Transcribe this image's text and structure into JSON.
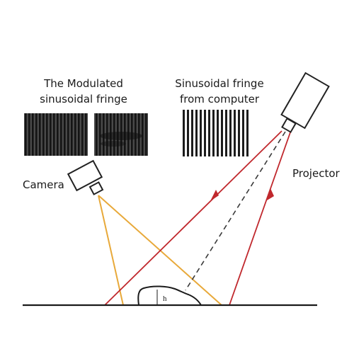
{
  "labels": {
    "modulated_line1": "The Modulated",
    "modulated_line2": "sinusoidal fringe",
    "computer_line1": "Sinusoidal fringe",
    "computer_line2": "from computer",
    "camera": "Camera",
    "projector": "Projector",
    "height": "h"
  },
  "colors": {
    "ray_red": "#c0282d",
    "ray_orange": "#e8a93a",
    "ray_dashed": "#3a3a3a",
    "device_stroke": "#222222",
    "fringe_dark": "#1c1c1c"
  },
  "icons": {
    "camera": "camera-icon",
    "projector": "projector-icon"
  }
}
